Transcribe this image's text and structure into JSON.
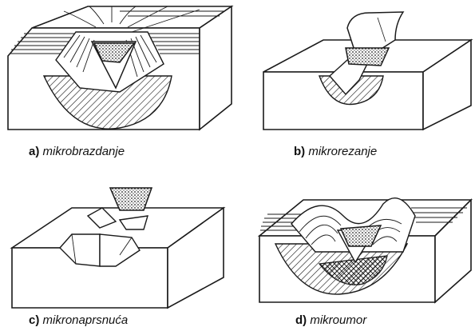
{
  "panels": [
    {
      "letter": "a)",
      "label": "mikrobrazdanje"
    },
    {
      "letter": "b)",
      "label": "mikrorezanje"
    },
    {
      "letter": "c)",
      "label": "mikronaprsnuća"
    },
    {
      "letter": "d)",
      "label": "mikroumor"
    }
  ],
  "colors": {
    "ink": "#1a1a1a",
    "paper": "#ffffff"
  }
}
